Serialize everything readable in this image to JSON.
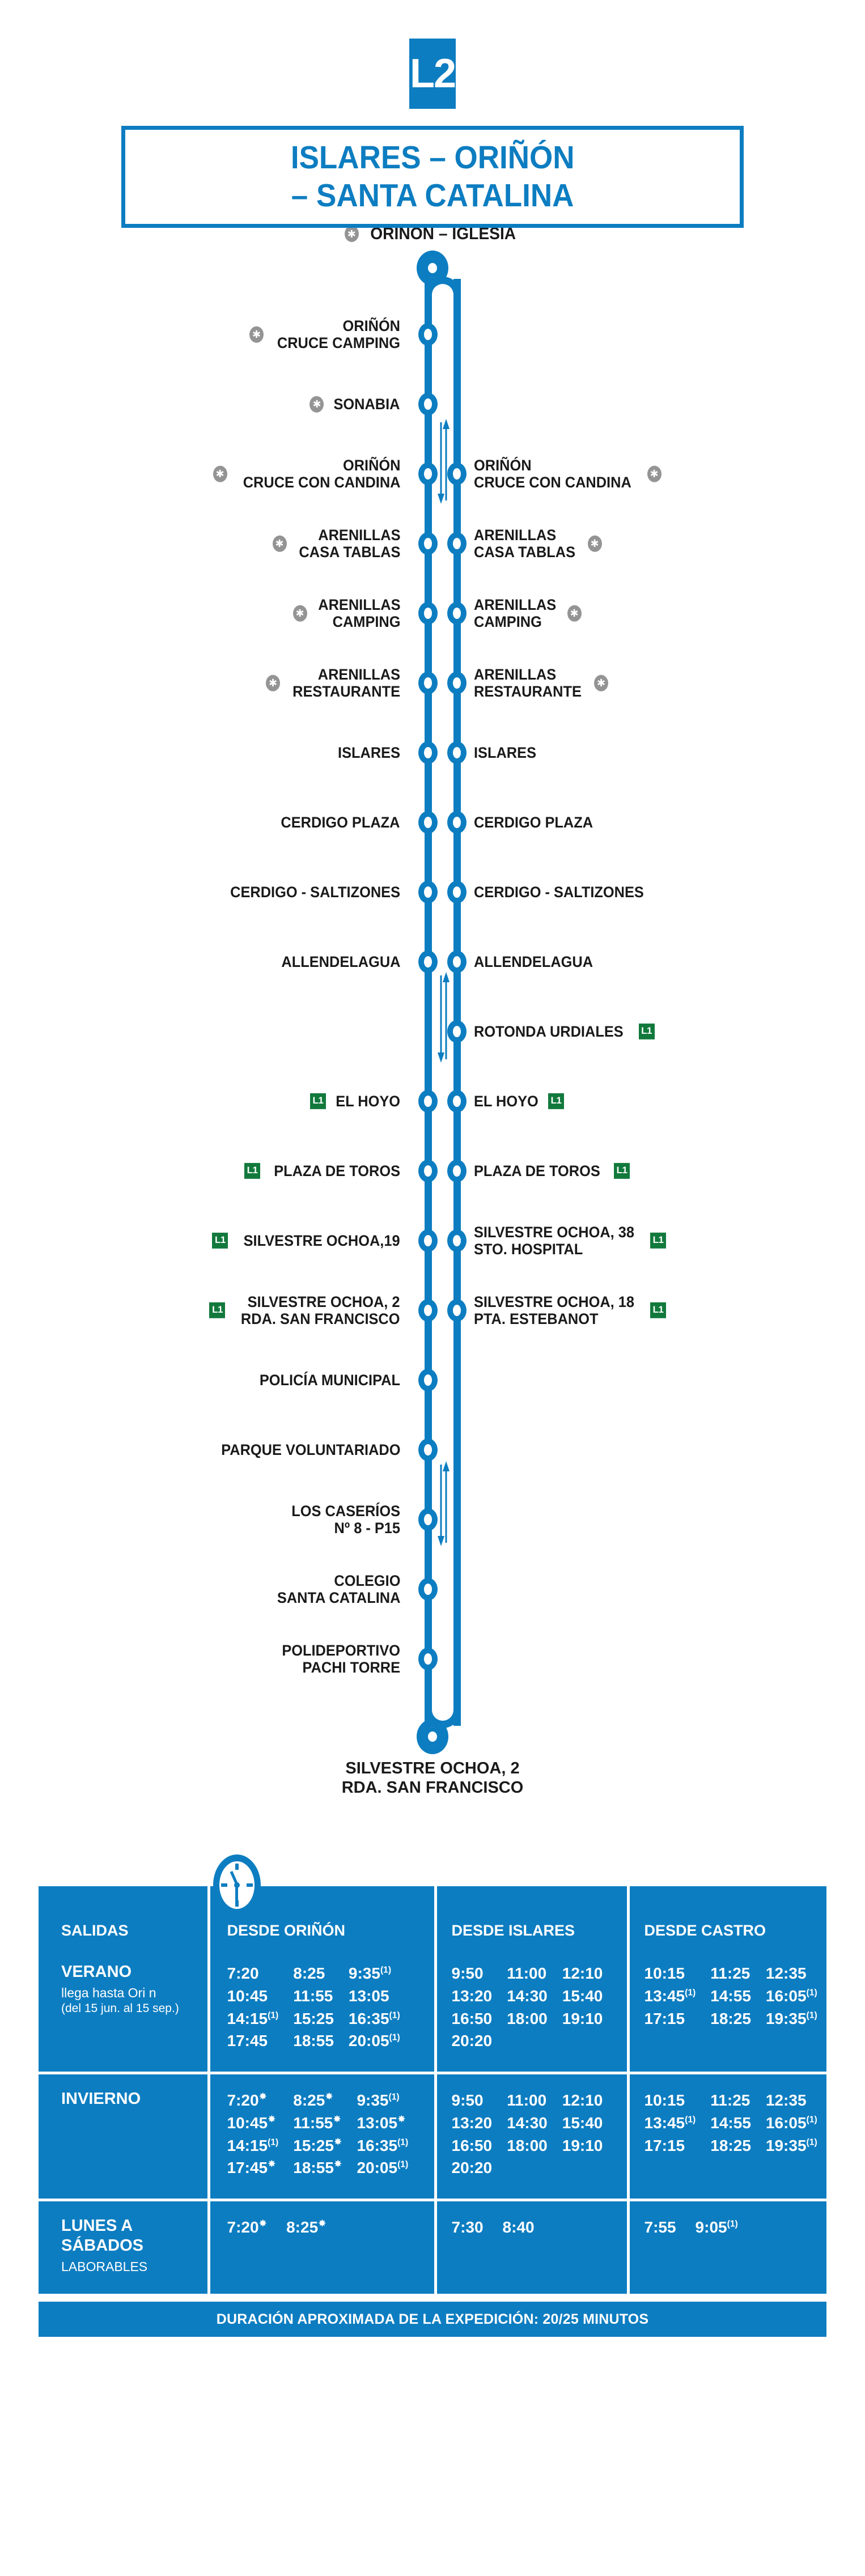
{
  "colors": {
    "brand_blue": "#0d7dc1",
    "line_green": "#12793c",
    "marker_gray": "#949494",
    "text_dark": "#1a1a1a"
  },
  "header": {
    "line_badge": "L2",
    "title_line_1": "ISLARES – ORIÑÓN",
    "title_line_2": "– SANTA CATALINA"
  },
  "map": {
    "top_terminus": "ORIÑÓN – IGLESIA",
    "top_terminus_marker": "asterisk-icon",
    "bottom_terminus_line_1": "SILVESTRE OCHOA, 2",
    "bottom_terminus_line_2": "RDA. SAN FRANCISCO",
    "stops": [
      {
        "left": "ORIÑÓN\nCRUCE CAMPING",
        "left_ast": true,
        "right": null
      },
      {
        "left": "SONABIA",
        "left_ast": true,
        "right": null
      },
      {
        "left": "ORIÑÓN\nCRUCE CON CANDINA",
        "left_ast": true,
        "right": "ORIÑÓN\nCRUCE CON CANDINA",
        "right_ast": true
      },
      {
        "left": "ARENILLAS\nCASA TABLAS",
        "left_ast": true,
        "right": "ARENILLAS\nCASA TABLAS",
        "right_ast": true
      },
      {
        "left": "ARENILLAS\nCAMPING",
        "left_ast": true,
        "right": "ARENILLAS\nCAMPING",
        "right_ast": true
      },
      {
        "left": "ARENILLAS\nRESTAURANTE",
        "left_ast": true,
        "right": "ARENILLAS\nRESTAURANTE",
        "right_ast": true
      },
      {
        "left": "ISLARES",
        "right": "ISLARES"
      },
      {
        "left": "CERDIGO PLAZA",
        "right": "CERDIGO PLAZA"
      },
      {
        "left": "CERDIGO - SALTIZONES",
        "right": "CERDIGO - SALTIZONES"
      },
      {
        "left": "ALLENDELAGUA",
        "right": "ALLENDELAGUA"
      },
      {
        "left": null,
        "right": "ROTONDA URDIALES",
        "right_l1": true
      },
      {
        "left": "EL HOYO",
        "left_l1": true,
        "right": "EL HOYO",
        "right_l1": true
      },
      {
        "left": "PLAZA DE TOROS",
        "left_l1": true,
        "right": "PLAZA DE TOROS",
        "right_l1": true
      },
      {
        "left": "SILVESTRE OCHOA,19",
        "left_l1": true,
        "right": "SILVESTRE OCHOA, 38\nSTO. HOSPITAL",
        "right_l1": true
      },
      {
        "left": "SILVESTRE OCHOA, 2\nRDA. SAN FRANCISCO",
        "left_l1": true,
        "right": "SILVESTRE OCHOA, 18\nPTA. ESTEBANOT",
        "right_l1": true
      },
      {
        "left": "POLICÍA MUNICIPAL",
        "right": null
      },
      {
        "left": "PARQUE VOLUNTARIADO",
        "right": null
      },
      {
        "left": "LOS CASERÍOS\nNº 8 - P15",
        "right": null
      },
      {
        "left": "COLEGIO\nSANTA CATALINA",
        "right": null
      },
      {
        "left": "POLIDEPORTIVO\nPACHI TORRE",
        "right": null
      }
    ],
    "interchange_badge_label": "L1"
  },
  "timetable": {
    "clock_icon": "clock-icon",
    "columns": [
      "SALIDAS",
      "DESDE ORIÑÓN",
      "DESDE ISLARES",
      "DESDE CASTRO"
    ],
    "rows": [
      {
        "name": "VERANO",
        "sub": "llega hasta Ori      n",
        "sub2": "(del 15 jun. al 15 sep.)",
        "orinon": [
          "7:20",
          "8:25",
          "9:35¹",
          "10:45",
          "11:55",
          "13:05",
          "14:15¹",
          "15:25",
          "16:35¹",
          "17:45",
          "18:55",
          "20:05¹"
        ],
        "islares": [
          "9:50",
          "11:00",
          "12:10",
          "13:20",
          "14:30",
          "15:40",
          "16:50",
          "18:00",
          "19:10",
          "20:20"
        ],
        "castro": [
          "10:15",
          "11:25",
          "12:35",
          "13:45¹",
          "14:55",
          "16:05¹",
          "17:15",
          "18:25",
          "19:35¹"
        ]
      },
      {
        "name": "INVIERNO",
        "sub": "",
        "sub2": "",
        "orinon": [
          "7:20✸",
          "8:25✸",
          "9:35¹",
          "10:45✸",
          "11:55✸",
          "13:05✸",
          "14:15¹",
          "15:25✸",
          "16:35¹",
          "17:45✸",
          "18:55✸",
          "20:05¹"
        ],
        "islares": [
          "9:50",
          "11:00",
          "12:10",
          "13:20",
          "14:30",
          "15:40",
          "16:50",
          "18:00",
          "19:10",
          "20:20"
        ],
        "castro": [
          "10:15",
          "11:25",
          "12:35",
          "13:45¹",
          "14:55",
          "16:05¹",
          "17:15",
          "18:25",
          "19:35¹"
        ]
      },
      {
        "name": "LUNES A SÁBADOS",
        "sub": "LABORABLES",
        "sub2": "",
        "orinon": [
          "7:20✸",
          "8:25✸"
        ],
        "islares": [
          "7:30",
          "8:40"
        ],
        "castro": [
          "7:55",
          "9:05¹"
        ]
      }
    ],
    "footer": "DURACIÓN APROXIMADA DE LA EXPEDICIÓN: 20/25 MINUTOS"
  }
}
